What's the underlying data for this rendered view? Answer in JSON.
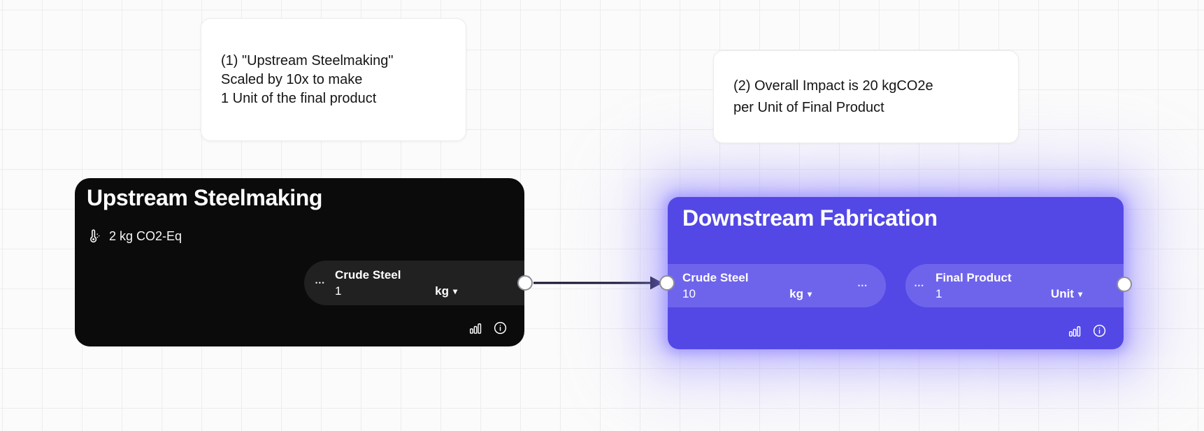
{
  "annotations": {
    "note1": {
      "line1": "(1) \"Upstream Steelmaking\"",
      "line2": "Scaled by 10x to make",
      "line3": "1 Unit of the final product"
    },
    "note2": {
      "line1": "(2) Overall Impact is 20 kgCO2e",
      "line2": "per Unit of Final Product"
    }
  },
  "upstream_node": {
    "title": "Upstream Steelmaking",
    "impact": "2 kg CO2-Eq",
    "output_port": {
      "name": "Crude Steel",
      "quantity": "1",
      "unit": "kg"
    }
  },
  "downstream_node": {
    "title": "Downstream Fabrication",
    "input_port": {
      "name": "Crude Steel",
      "quantity": "10",
      "unit": "kg"
    },
    "output_port": {
      "name": "Final Product",
      "quantity": "1",
      "unit": "Unit"
    }
  },
  "icons": {
    "menu_dots": "•••",
    "chevron_down": "▾"
  },
  "colors": {
    "canvas_bg": "#fbfbfb",
    "grid_line": "#ededed",
    "upstream_node_bg": "#0b0b0b",
    "upstream_pill_bg": "#212121",
    "downstream_node_bg": "#5348e5",
    "downstream_pill_bg": "#6e64ec",
    "selection_glow": "#8c80ff",
    "edge_color": "#14122b",
    "note_card_bg": "#ffffff",
    "text_on_node": "#ffffff",
    "text_on_card": "#151515"
  }
}
